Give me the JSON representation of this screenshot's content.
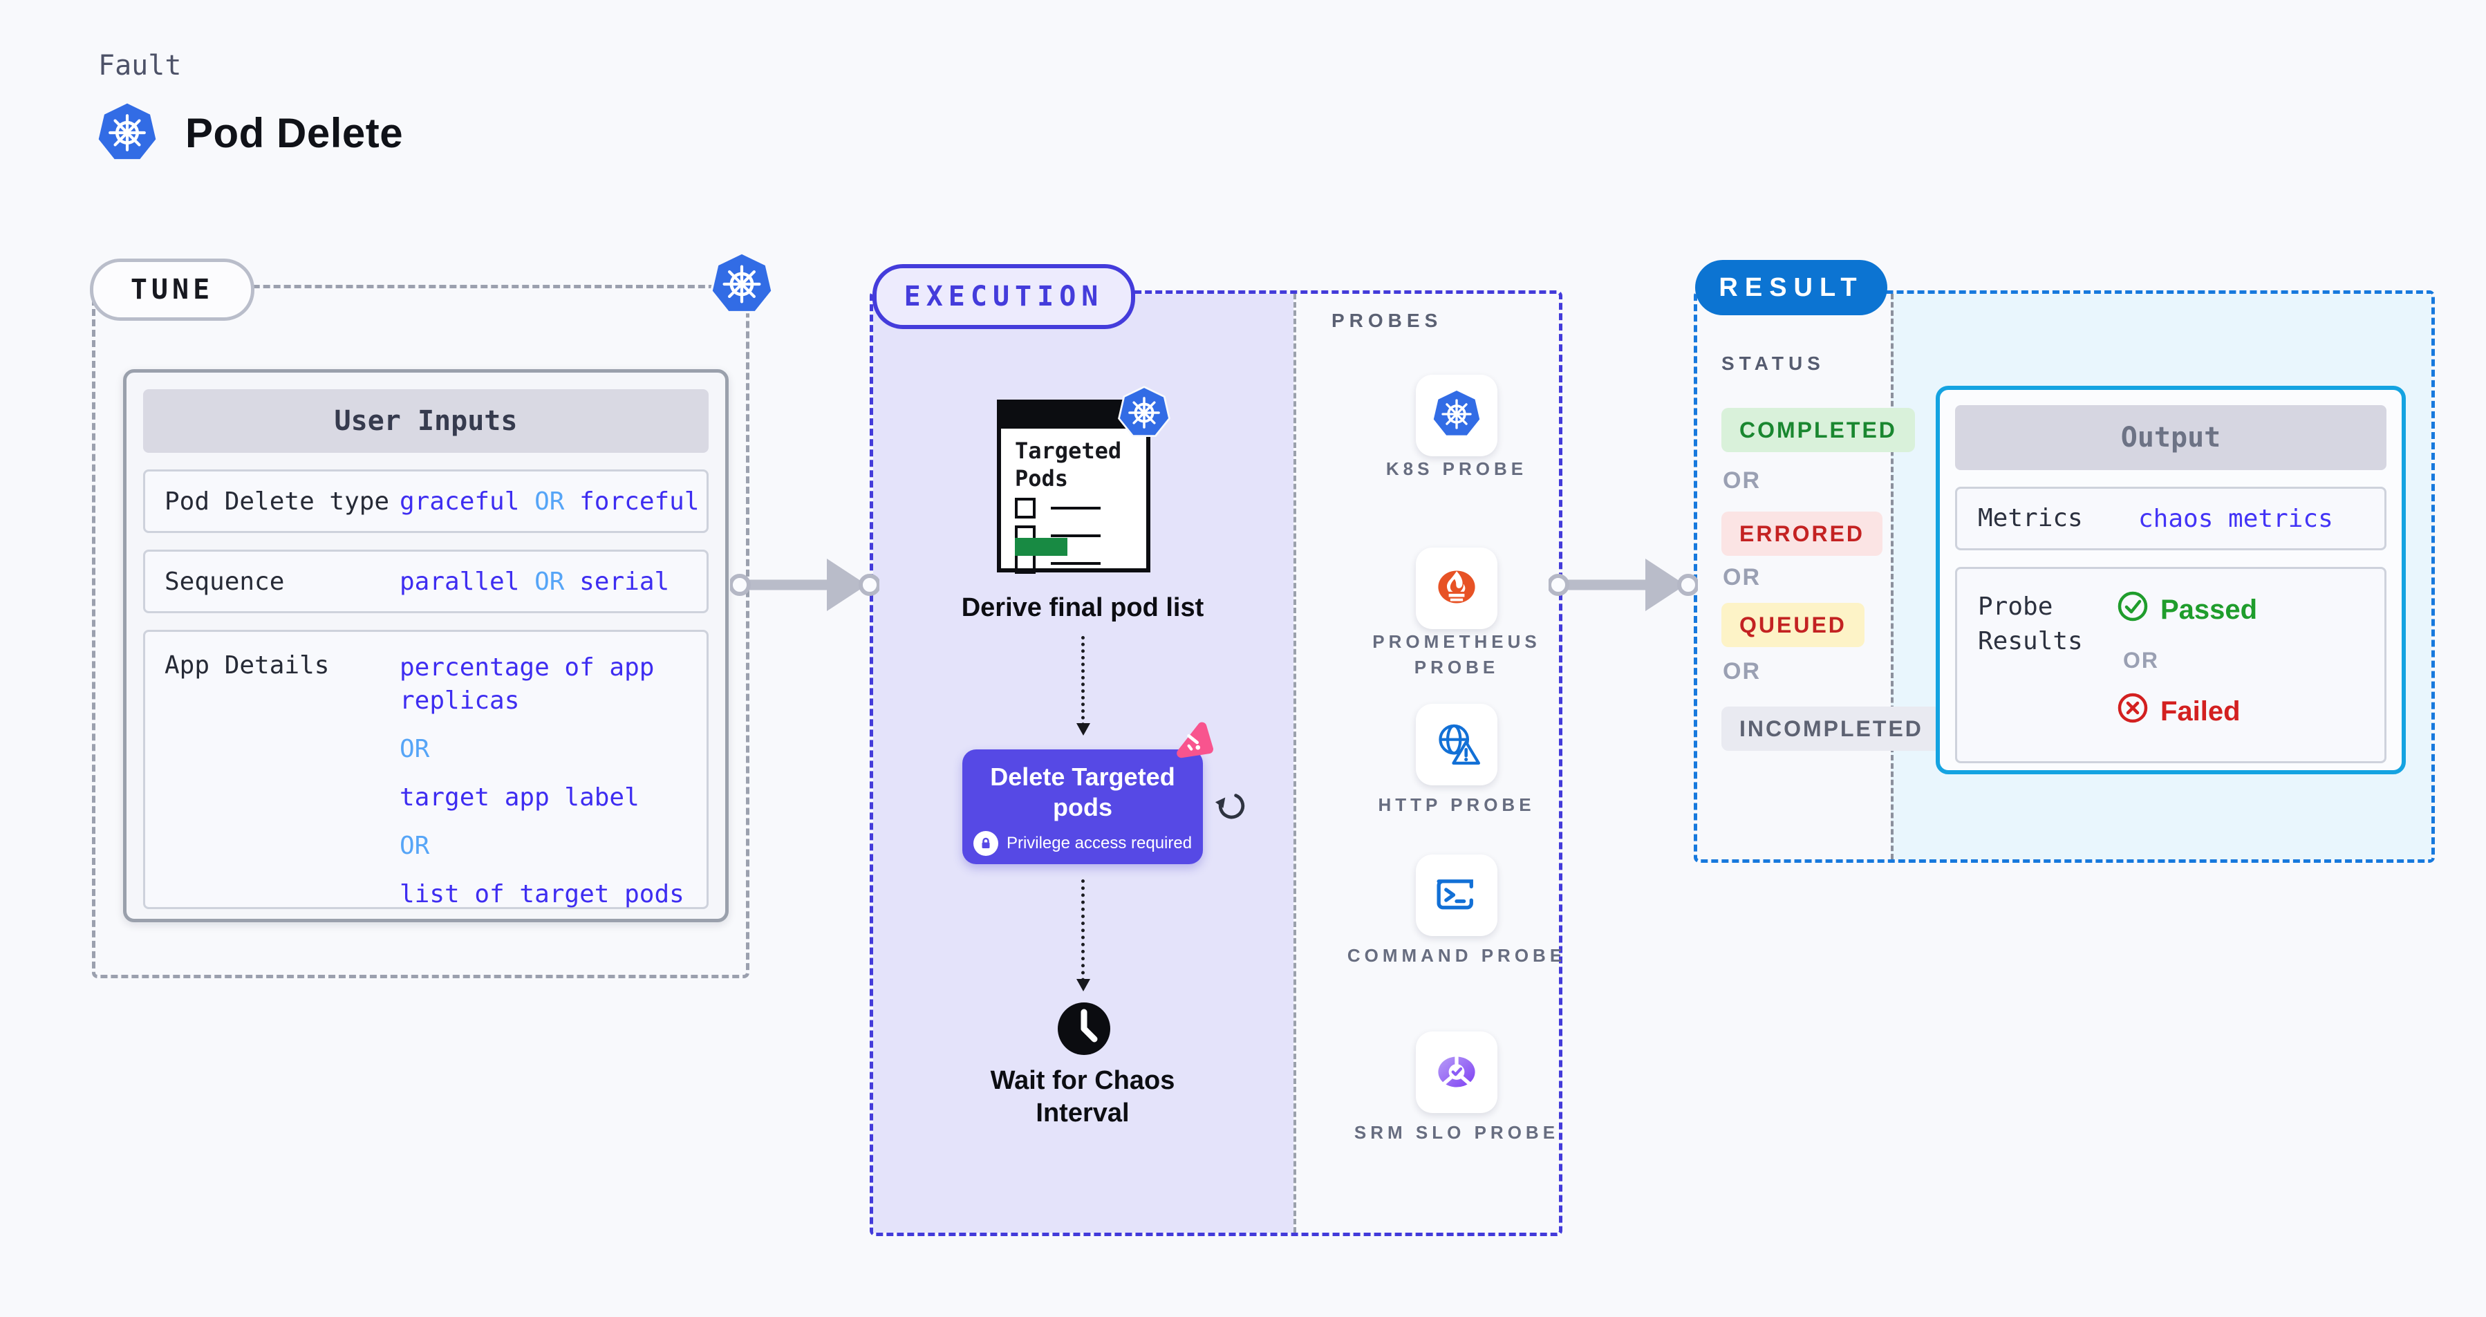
{
  "header": {
    "category_label": "Fault",
    "title": "Pod Delete"
  },
  "tune": {
    "badge": "TUNE",
    "panel_title": "User Inputs",
    "rows": [
      {
        "label": "Pod Delete type",
        "v1": "graceful",
        "or1": "OR",
        "v2": "forceful"
      },
      {
        "label": "Sequence",
        "v1": "parallel",
        "or1": "OR",
        "v2": "serial"
      },
      {
        "label": "App Details",
        "v1": "percentage of app replicas",
        "or1": "OR",
        "v2": "target app label",
        "or2": "OR",
        "v3": "list of target pods"
      }
    ]
  },
  "execution": {
    "badge": "EXECUTION",
    "targeted_pods_title": "Targeted Pods",
    "derive_caption": "Derive final pod list",
    "delete_button_label": "Delete Targeted pods",
    "privilege_note": "Privilege access required",
    "wait_caption": "Wait for Chaos Interval",
    "probes_label": "PROBES",
    "probes": [
      {
        "name": "K8S PROBE",
        "icon": "kubernetes-icon"
      },
      {
        "name": "PROMETHEUS PROBE",
        "icon": "prometheus-icon"
      },
      {
        "name": "HTTP PROBE",
        "icon": "http-globe-warning-icon"
      },
      {
        "name": "COMMAND PROBE",
        "icon": "terminal-icon"
      },
      {
        "name": "SRM SLO PROBE",
        "icon": "slo-gauge-check-icon"
      }
    ]
  },
  "result": {
    "badge": "RESULT",
    "status_label": "STATUS",
    "or_label": "OR",
    "statuses": [
      {
        "label": "COMPLETED",
        "text_color": "#1a8730",
        "bg_color": "#d9f1da"
      },
      {
        "label": "ERRORED",
        "text_color": "#c42222",
        "bg_color": "#fbe4e4"
      },
      {
        "label": "QUEUED",
        "text_color": "#c32222",
        "bg_color": "#fdf3c7"
      },
      {
        "label": "INCOMPLETED",
        "text_color": "#5d6272",
        "bg_color": "#e9eaf1"
      }
    ],
    "output": {
      "title": "Output",
      "metrics_label": "Metrics",
      "metrics_value": "chaos metrics",
      "probe_results_label": "Probe Results",
      "passed_label": "Passed",
      "or_label": "OR",
      "failed_label": "Failed"
    }
  },
  "colors": {
    "page_bg": "#f8f9fc",
    "kubernetes_blue": "#326ce5",
    "value_indigo": "#3e2df1",
    "or_blue": "#56a5f7",
    "execution_accent": "#443cdb",
    "execution_fill": "#e4e3fa",
    "result_accent": "#0c74d2",
    "output_border": "#14a3e1",
    "delete_button_bg": "#5649e5",
    "litmus_pink": "#f8548e",
    "prometheus_orange": "#e75225",
    "passed_green": "#1f9d2c",
    "failed_red": "#d32020",
    "arrow_gray": "#b9bcc9"
  }
}
